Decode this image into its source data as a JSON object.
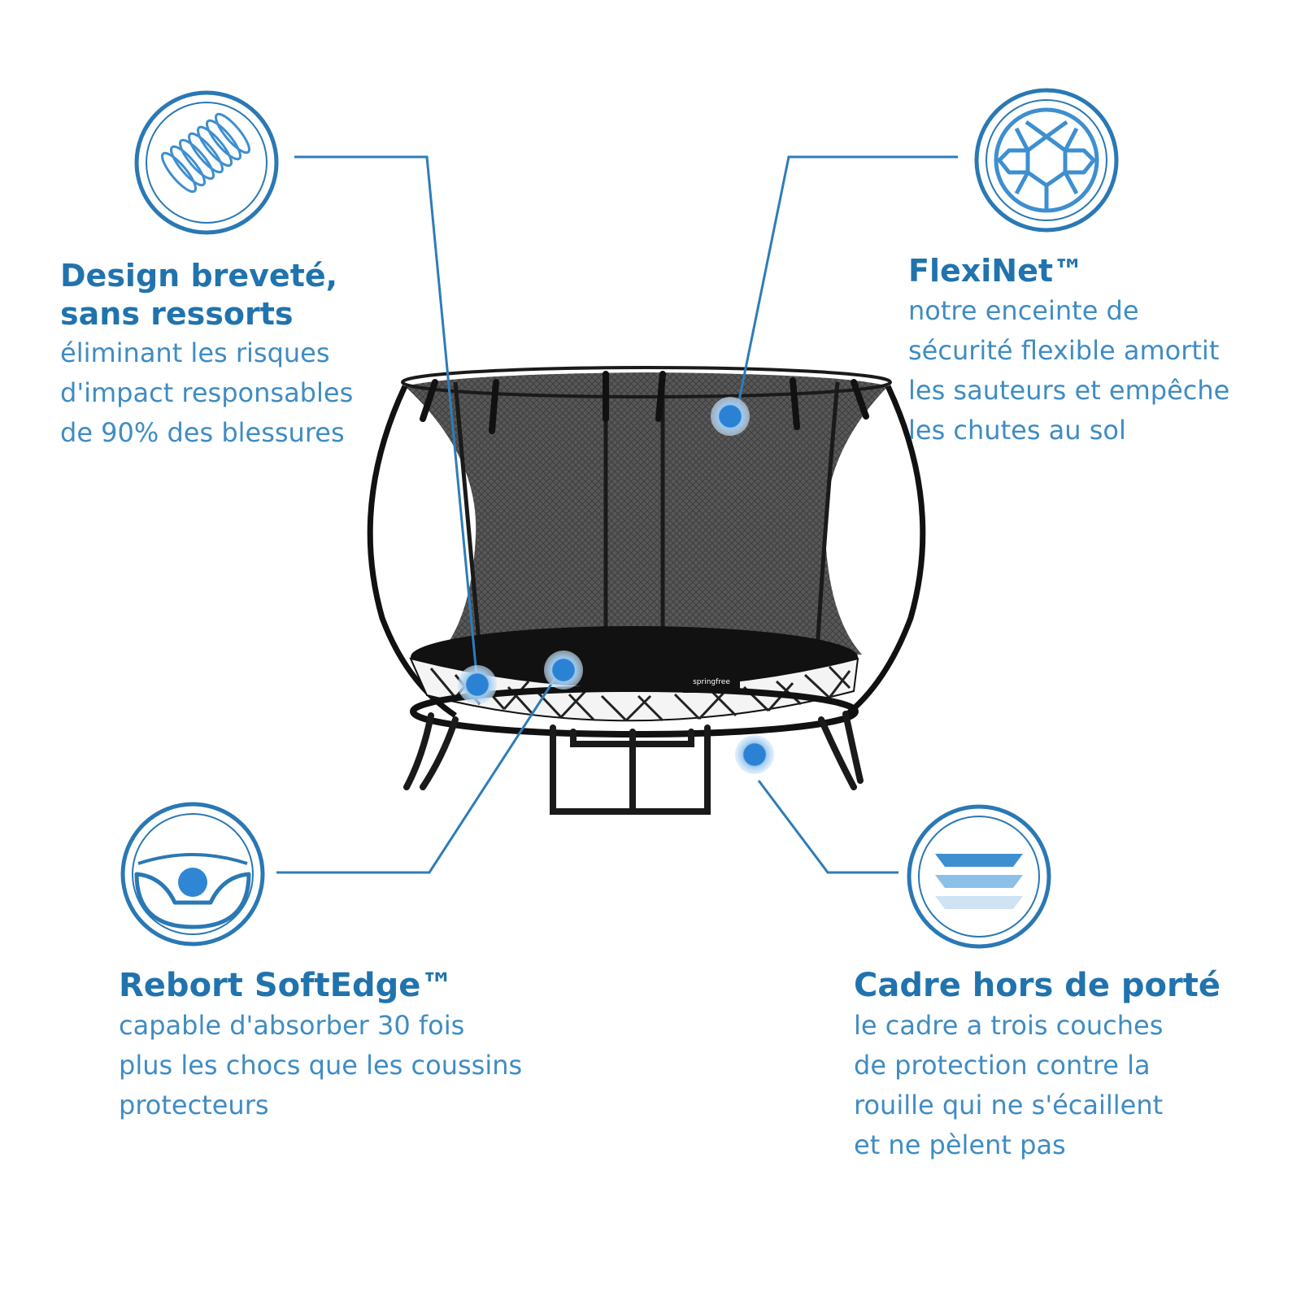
{
  "colors": {
    "accent": "#2173ad",
    "text": "#3f8cc3",
    "line": "#2e7cb8",
    "dot": "#2b82d4"
  },
  "features": {
    "design": {
      "icon": "spring-coil-icon",
      "title_lines": [
        "Design breveté,",
        "sans ressorts"
      ],
      "text_lines": [
        "éliminant les risques",
        "d'impact responsables",
        "de 90% des blessures"
      ]
    },
    "flexinet": {
      "icon": "net-mesh-icon",
      "title_lines": [
        "FlexiNet™"
      ],
      "text_lines": [
        "notre enceinte de",
        "sécurité flexible amortit",
        "les sauteurs et empêche",
        "les chutes au sol"
      ]
    },
    "softedge": {
      "icon": "soft-edge-icon",
      "title_lines": [
        "Rebort SoftEdge™"
      ],
      "text_lines": [
        "capable d'absorber 30 fois",
        "plus les chocs que les coussins",
        "protecteurs"
      ]
    },
    "cadre": {
      "icon": "layers-icon",
      "title_lines": [
        "Cadre hors de porté"
      ],
      "text_lines": [
        "le cadre a trois couches",
        "de protection contre la",
        "rouille qui ne s'écaillent",
        "et ne pèlent pas"
      ]
    }
  },
  "product": {
    "image": "trampoline-illustration",
    "brand_label": "springfree"
  }
}
